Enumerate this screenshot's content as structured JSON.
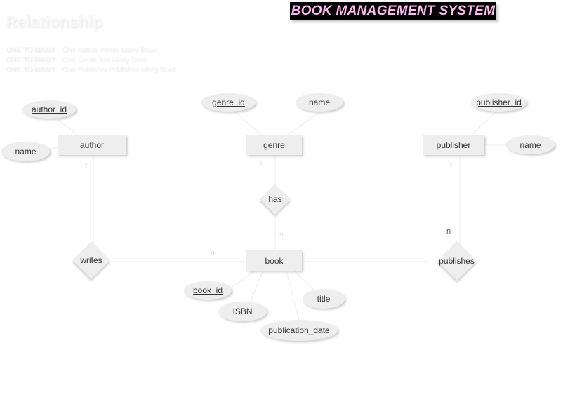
{
  "title": "BOOK MANAGEMENT SYSTEM",
  "legend": {
    "heading": "Relationship",
    "lines": [
      {
        "key": "ONE TO MANY",
        "text": "One Author Writes Many Book"
      },
      {
        "key": "ONE TO MANY",
        "text": "One Genre has Many Book"
      },
      {
        "key": "ONE TO MANY",
        "text": "One Publisher Publishes Many Book"
      }
    ]
  },
  "entities": {
    "author": "author",
    "genre": "genre",
    "publisher": "publisher",
    "book": "book"
  },
  "attributes": {
    "author_id": "author_id",
    "author_name": "name",
    "genre_id": "genre_id",
    "genre_name": "name",
    "publisher_id": "publisher_id",
    "publisher_name": "name",
    "book_id": "book_id",
    "isbn": "ISBN",
    "title": "title",
    "publication_date": "publication_date"
  },
  "relationships": {
    "writes": "writes",
    "has": "has",
    "publishes": "publishes"
  },
  "cardinalities": {
    "genre_side": "1",
    "author_side": "1",
    "publisher_side": "1",
    "has_book": "n",
    "writes_book": "n",
    "publishes_n": "n"
  },
  "colors": {
    "banner_bg": "#000000",
    "banner_text": "#ffb8f4",
    "shape_fill": "#eeeeee",
    "line": "#f0f0f0"
  }
}
